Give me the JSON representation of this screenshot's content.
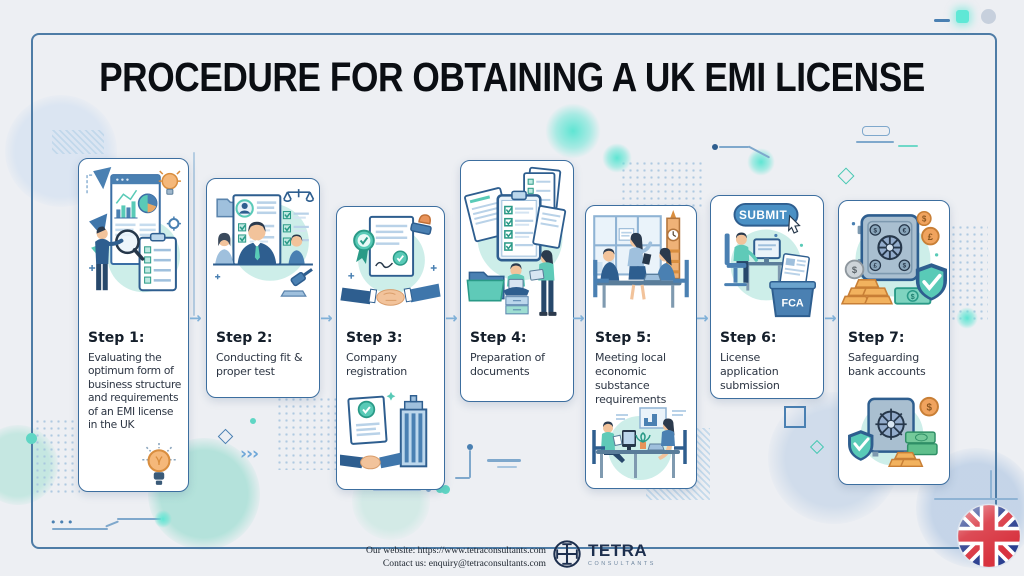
{
  "title": "PROCEDURE FOR OBTAINING A UK EMI LICENSE",
  "steps": [
    {
      "label": "Step 1:",
      "description": "Evaluating the optimum form of business structure and requirements of an EMI license in the UK"
    },
    {
      "label": "Step 2:",
      "description": "Conducting fit & proper test"
    },
    {
      "label": "Step 3:",
      "description": "Company registration"
    },
    {
      "label": "Step 4:",
      "description": "Preparation of documents"
    },
    {
      "label": "Step 5:",
      "description": "Meeting local economic substance requirements"
    },
    {
      "label": "Step 6:",
      "description": "License application submission"
    },
    {
      "label": "Step 7:",
      "description": "Safeguarding bank accounts"
    }
  ],
  "labels": {
    "submit": "SUBMIT",
    "fca": "FCA",
    "pound": "£",
    "dollar": "$",
    "euro": "€"
  },
  "icons": {
    "arrow_right": "→",
    "chevrons": "›››",
    "ellipsis": "•••"
  },
  "footer": {
    "website_line": "Our website: https://www.tetraconsultants.com",
    "contact_line": "Contact us: enquiry@tetraconsultants.com",
    "brand": "TETRA",
    "brand_sub": "CONSULTANTS"
  },
  "colors": {
    "frame_border": "#4e7ca6",
    "card_border": "#3c6e9f",
    "accent_teal": "#59cab7",
    "accent_blue": "#4a80b2",
    "flag_red": "#d8333f",
    "flag_navy": "#2b3f90"
  }
}
